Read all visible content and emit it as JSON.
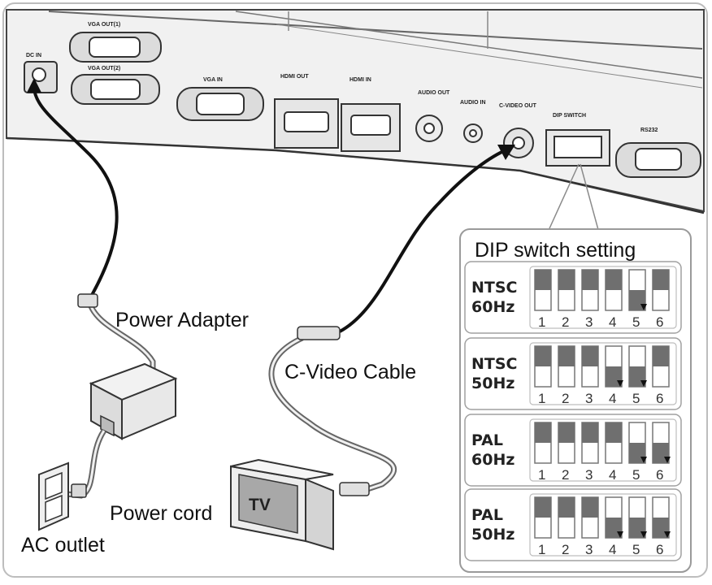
{
  "ports": {
    "dc_in": "DC IN",
    "vga_out1": "VGA OUT(1)",
    "vga_out2": "VGA OUT(2)",
    "vga_in": "VGA IN",
    "hdmi_out": "HDMI OUT",
    "hdmi_in": "HDMI IN",
    "audio_out": "AUDIO OUT",
    "audio_in": "AUDIO IN",
    "cvideo_out": "C-VIDEO OUT",
    "dip_switch": "DIP SWITCH",
    "rs232": "RS232"
  },
  "labels": {
    "power_adapter": "Power Adapter",
    "cvideo_cable": "C-Video Cable",
    "power_cord": "Power cord",
    "ac_outlet": "AC outlet",
    "tv": "TV"
  },
  "dip": {
    "title": "DIP switch setting",
    "numbers": [
      "1",
      "2",
      "3",
      "4",
      "5",
      "6"
    ],
    "settings": [
      {
        "line1": "NTSC",
        "line2": "60Hz",
        "states": [
          "up",
          "up",
          "up",
          "up",
          "down",
          "up"
        ]
      },
      {
        "line1": "NTSC",
        "line2": "50Hz",
        "states": [
          "up",
          "up",
          "up",
          "down",
          "down",
          "up"
        ]
      },
      {
        "line1": "PAL",
        "line2": "60Hz",
        "states": [
          "up",
          "up",
          "up",
          "up",
          "down",
          "down"
        ]
      },
      {
        "line1": "PAL",
        "line2": "50Hz",
        "states": [
          "up",
          "up",
          "up",
          "down",
          "down",
          "down"
        ]
      }
    ]
  }
}
